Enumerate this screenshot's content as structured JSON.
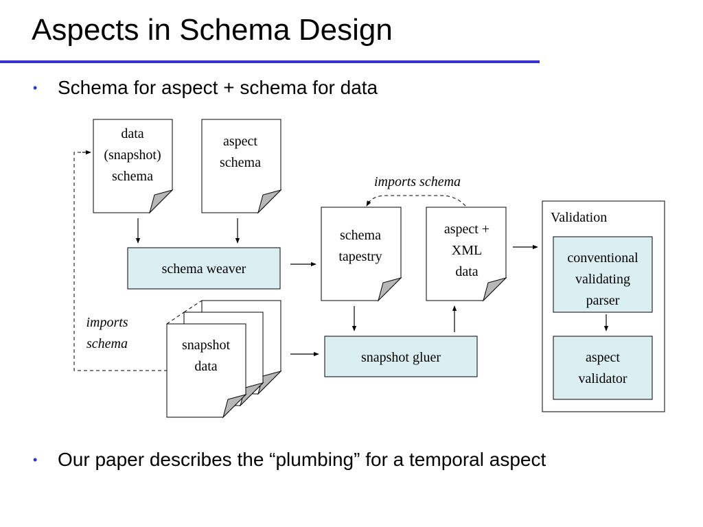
{
  "slide": {
    "title": "Aspects in Schema Design",
    "bullets": [
      "Schema for aspect + schema for data",
      "Our paper describes the “plumbing” for a temporal aspect"
    ],
    "bullet_marker": "•",
    "accent_color": "#3333cc",
    "box_fill": "#dbeef2"
  },
  "diagram": {
    "data_schema_doc": [
      "data",
      "(snapshot)",
      "schema"
    ],
    "aspect_schema_doc": [
      "aspect",
      "schema"
    ],
    "schema_weaver": "schema weaver",
    "snapshot_data_doc": [
      "snapshot",
      "data"
    ],
    "imports_schema_left": [
      "imports",
      "schema"
    ],
    "imports_schema_top": "imports schema",
    "schema_tapestry_doc": [
      "schema",
      "tapestry"
    ],
    "aspect_xml_doc": [
      "aspect +",
      "XML",
      "data"
    ],
    "snapshot_gluer": "snapshot gluer",
    "validation_label": "Validation",
    "conventional_parser": [
      "conventional",
      "validating",
      "parser"
    ],
    "aspect_validator": [
      "aspect",
      "validator"
    ]
  }
}
